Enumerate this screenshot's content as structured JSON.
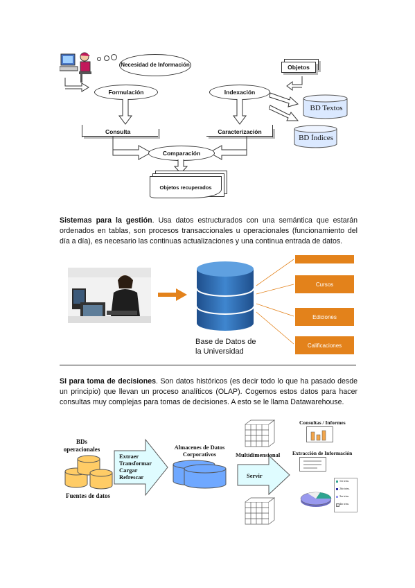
{
  "diagram1": {
    "need": "Necesidad de Información",
    "formulation": "Formulación",
    "indexing": "Indexación",
    "objects": "Objetos",
    "bd_texts": "BD Textos",
    "bd_indexes": "BD Índices",
    "query": "Consulta",
    "characterization": "Caracterización",
    "comparison": "Comparación",
    "retrieved": "Objetos recuperados"
  },
  "para1": {
    "bold": "Sistemas para la gestión",
    "text": ". Usa datos estructurados con una semántica que estarán ordenados en tablas, son procesos transaccionales u operacionales (funcionamiento del día a día), es necesario las continuas actualizaciones y una continua entrada de datos."
  },
  "diagram2": {
    "db_label_line1": "Base de  Datos de",
    "db_label_line2": "la Universidad",
    "items": [
      "",
      "Cursos",
      "Ediciones",
      "Calificaciones"
    ]
  },
  "para2": {
    "bold": "SI para toma de decisiones",
    "text": ". Son datos históricos (es decir todo lo que ha pasado desde un principio) que llevan un proceso analíticos (OLAP). Cogemos estos datos para hacer consultas muy complejas para tomas de decisiones. A esto se le llama Datawarehouse."
  },
  "diagram3": {
    "bds_line1": "BDs",
    "bds_line2": "operacionales",
    "sources": "Fuentes de datos",
    "etl": [
      "Extraer",
      "Transformar",
      "Cargar",
      "Refrescar"
    ],
    "warehouse_line1": "Almacenes de Datos",
    "warehouse_line2": "Corporativos",
    "multidim": "Multidimensional",
    "serve": "Servir",
    "reports": "Consultas / Informes",
    "extraction": "Extracción de Información",
    "legend": [
      "1er trim.",
      "2do trim.",
      "3er trim.",
      "4to trim."
    ]
  },
  "colors": {
    "orange": "#e3821b",
    "db_blue": "#2f6fb0",
    "arrow_cyan": "#dffcff",
    "cylinder_orange": "#ffcc66",
    "cylinder_blue": "#6fa8ff"
  }
}
